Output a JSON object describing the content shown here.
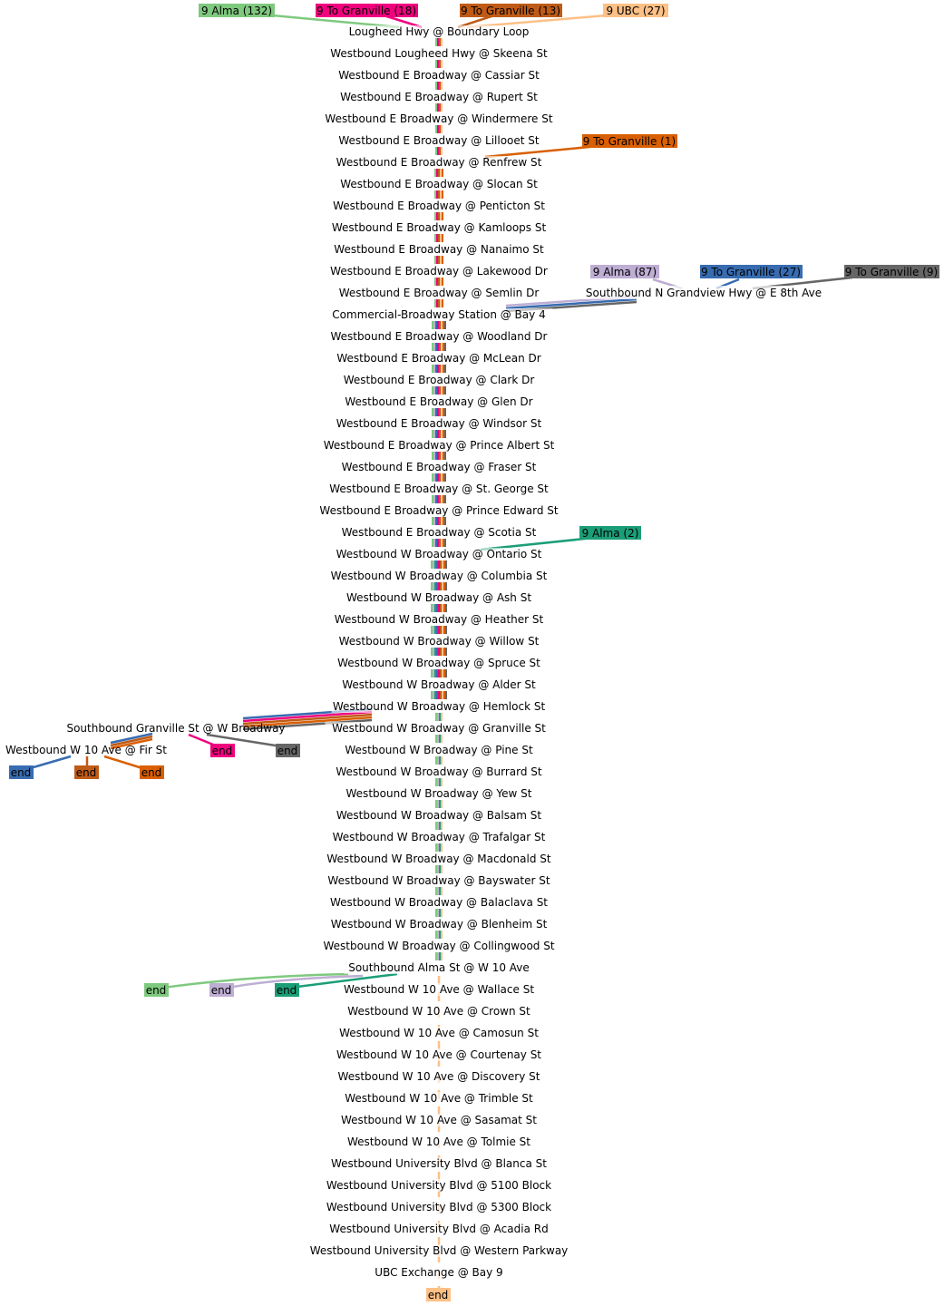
{
  "stops": [
    "Lougheed Hwy @ Boundary Loop",
    "Westbound Lougheed Hwy @ Skeena St",
    "Westbound E Broadway @ Cassiar St",
    "Westbound E Broadway @ Rupert St",
    "Westbound E Broadway @ Windermere St",
    "Westbound E Broadway @ Lillooet St",
    "Westbound E Broadway @ Renfrew St",
    "Westbound E Broadway @ Slocan St",
    "Westbound E Broadway @ Penticton St",
    "Westbound E Broadway @ Kamloops St",
    "Westbound E Broadway @ Nanaimo St",
    "Westbound E Broadway @ Lakewood Dr",
    "Westbound E Broadway @ Semlin Dr",
    "Commercial-Broadway Station @ Bay 4",
    "Westbound E Broadway @ Woodland Dr",
    "Westbound E Broadway @ McLean Dr",
    "Westbound E Broadway @ Clark Dr",
    "Westbound E Broadway @ Glen Dr",
    "Westbound E Broadway @ Windsor St",
    "Westbound E Broadway @ Prince Albert St",
    "Westbound E Broadway @ Fraser St",
    "Westbound E Broadway @ St. George St",
    "Westbound E Broadway @ Prince Edward St",
    "Westbound E Broadway @ Scotia St",
    "Westbound W Broadway @ Ontario St",
    "Westbound W Broadway @ Columbia St",
    "Westbound W Broadway @ Ash St",
    "Westbound W Broadway @ Heather St",
    "Westbound W Broadway @ Willow St",
    "Westbound W Broadway @ Spruce St",
    "Westbound W Broadway @ Alder St",
    "Westbound W Broadway @ Hemlock St",
    "Westbound W Broadway @ Granville St",
    "Westbound W Broadway @ Pine St",
    "Westbound W Broadway @ Burrard St",
    "Westbound W Broadway @ Yew St",
    "Westbound W Broadway @ Balsam St",
    "Westbound W Broadway @ Trafalgar St",
    "Westbound W Broadway @ Macdonald St",
    "Westbound W Broadway @ Bayswater St",
    "Westbound W Broadway @ Balaclava St",
    "Westbound W Broadway @ Blenheim St",
    "Westbound W Broadway @ Collingwood St",
    "Southbound Alma St @ W 10 Ave",
    "Westbound W 10 Ave @ Wallace St",
    "Westbound W 10 Ave @ Crown St",
    "Westbound W 10 Ave @ Camosun St",
    "Westbound W 10 Ave @ Courtenay St",
    "Westbound W 10 Ave @ Discovery St",
    "Westbound W 10 Ave @ Trimble St",
    "Westbound W 10 Ave @ Sasamat St",
    "Westbound W 10 Ave @ Tolmie St",
    "Westbound University Blvd @ Blanca St",
    "Westbound University Blvd @ 5100 Block",
    "Westbound University Blvd @ 5300 Block",
    "Westbound University Blvd @ Acadia Rd",
    "Westbound University Blvd @ Western Parkway",
    "UBC Exchange @ Bay 9"
  ],
  "side_stops": {
    "grandview": "Southbound N Grandview Hwy @ E 8th Ave",
    "granville": "Southbound Granville St @ W Broadway",
    "fir": "Westbound W 10 Ave @ Fir St"
  },
  "routes": [
    {
      "label": "9 Alma (132)",
      "color": "#7fc97f",
      "text_color": "#000000"
    },
    {
      "label": "9 To Granville (18)",
      "color": "#f0027f",
      "text_color": "#000000"
    },
    {
      "label": "9 To Granville (13)",
      "color": "#bf5b17",
      "text_color": "#000000"
    },
    {
      "label": "9 UBC (27)",
      "color": "#fdc086",
      "text_color": "#000000"
    },
    {
      "label": "9 To Granville (1)",
      "color": "#d95f02",
      "text_color": "#000000"
    },
    {
      "label": "9 Alma (87)",
      "color": "#beaed4",
      "text_color": "#000000"
    },
    {
      "label": "9 To Granville (27)",
      "color": "#386cb0",
      "text_color": "#000000"
    },
    {
      "label": "9 To Granville (9)",
      "color": "#666666",
      "text_color": "#000000"
    },
    {
      "label": "9 Alma (2)",
      "color": "#1b9e77",
      "text_color": "#000000"
    }
  ],
  "end_label": "end"
}
